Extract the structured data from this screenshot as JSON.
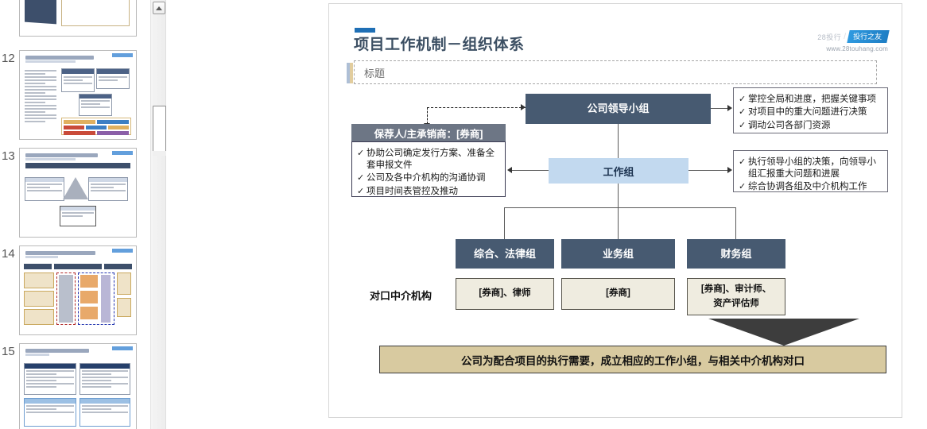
{
  "app": {
    "scrollbar": {
      "up_arrow": "scroll-up-arrow"
    }
  },
  "thumbnails": [
    {
      "number": "",
      "name": "slide-thumb-11"
    },
    {
      "number": "12",
      "name": "slide-thumb-12"
    },
    {
      "number": "13",
      "name": "slide-thumb-13"
    },
    {
      "number": "14",
      "name": "slide-thumb-14"
    },
    {
      "number": "15",
      "name": "slide-thumb-15"
    }
  ],
  "slide": {
    "title": "项目工作机制－组织体系",
    "subtitle_placeholder": "标题",
    "logo": {
      "mark": "28投行",
      "badge": "投行之友",
      "url": "www.28touhang.com"
    },
    "boxes": {
      "leader_group": "公司领导小组",
      "work_group": "工作组",
      "sponsor_header": "保荐人/主承销商：[券商]",
      "group_general_legal": "综合、法律组",
      "group_business": "业务组",
      "group_finance": "财务组"
    },
    "sponsor_bullets": [
      "协助公司确定发行方案、准备全套申报文件",
      "公司及各中介机构的沟通协调",
      "项目时间表管控及推动"
    ],
    "leader_bullets": [
      "掌控全局和进度，把握关键事项",
      "对项目中的重大问题进行决策",
      "调动公司各部门资源"
    ],
    "workgroup_bullets": [
      "执行领导小组的决策，向领导小组汇报重大问题和进展",
      "综合协调各组及中介机构工作"
    ],
    "intermediary_label": "对口中介机构",
    "intermediaries": [
      "[券商]、律师",
      "[券商]",
      "[券商]、审计师、\n资产评估师"
    ],
    "banner": "公司为配合项目的执行需要，成立相应的工作小组，与相关中介机构对口",
    "colors": {
      "header_dark": "#475a71",
      "light_blue": "#c2d9ef",
      "gray_header": "#6d7685",
      "tan_box": "#efece0",
      "banner_tan": "#d8caa0",
      "accent": "#1f6fb5"
    }
  }
}
